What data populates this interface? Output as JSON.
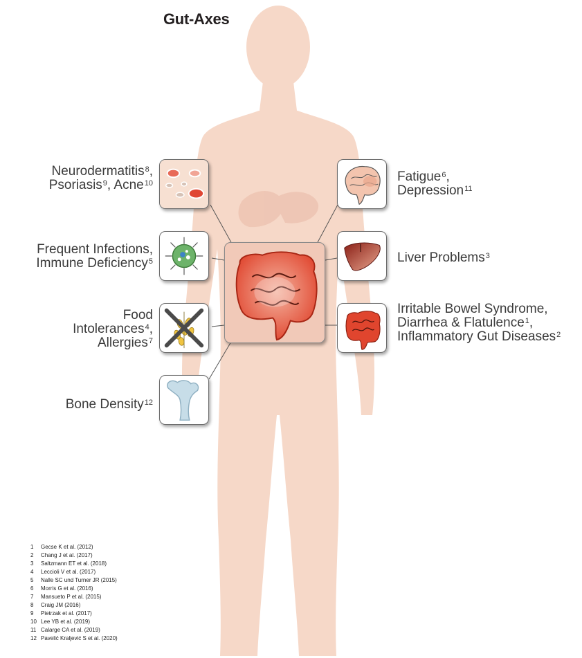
{
  "title": "Gut-Axes",
  "colors": {
    "skin": "#f6d8c8",
    "gut_box": "#f1c9b8",
    "intestine": "#e0452e",
    "connector": "#555555"
  },
  "axes": [
    {
      "id": "skin",
      "lines": [
        {
          "parts": [
            {
              "t": "Neurodermatitis"
            },
            {
              "s": "8"
            },
            {
              "t": ","
            }
          ]
        },
        {
          "parts": [
            {
              "t": "Psoriasis"
            },
            {
              "s": "9"
            },
            {
              "t": ", Acne"
            },
            {
              "s": "10"
            }
          ]
        }
      ],
      "icon": "skin-lesions-icon"
    },
    {
      "id": "immune",
      "lines": [
        {
          "parts": [
            {
              "t": "Frequent Infections,"
            }
          ]
        },
        {
          "parts": [
            {
              "t": "Immune Deficiency"
            },
            {
              "s": "5"
            }
          ]
        }
      ],
      "icon": "immune-cell-icon"
    },
    {
      "id": "food",
      "lines": [
        {
          "parts": [
            {
              "t": "Food"
            }
          ]
        },
        {
          "parts": [
            {
              "t": "Intolerances"
            },
            {
              "s": "4"
            },
            {
              "t": ","
            }
          ]
        },
        {
          "parts": [
            {
              "t": "Allergies"
            },
            {
              "s": "7"
            }
          ]
        }
      ],
      "icon": "crossed-wheat-icon"
    },
    {
      "id": "bone",
      "lines": [
        {
          "parts": [
            {
              "t": "Bone Density"
            },
            {
              "s": "12"
            }
          ]
        }
      ],
      "icon": "bone-icon"
    },
    {
      "id": "brain",
      "lines": [
        {
          "parts": [
            {
              "t": "Fatigue"
            },
            {
              "s": "6"
            },
            {
              "t": ","
            }
          ]
        },
        {
          "parts": [
            {
              "t": "Depression"
            },
            {
              "s": "11"
            }
          ]
        }
      ],
      "icon": "brain-icon"
    },
    {
      "id": "liver",
      "lines": [
        {
          "parts": [
            {
              "t": "Liver Problems"
            },
            {
              "s": "3"
            }
          ]
        }
      ],
      "icon": "liver-icon"
    },
    {
      "id": "bowel",
      "lines": [
        {
          "parts": [
            {
              "t": "Irritable Bowel Syndrome,"
            }
          ]
        },
        {
          "parts": [
            {
              "t": "Diarrhea & Flatulence"
            },
            {
              "s": "1"
            },
            {
              "t": ","
            }
          ]
        },
        {
          "parts": [
            {
              "t": "Inflammatory Gut Diseases"
            },
            {
              "s": "2"
            }
          ]
        }
      ],
      "icon": "intestine-icon"
    }
  ],
  "references": [
    {
      "num": "1",
      "text": "Gecse K et al. (2012)"
    },
    {
      "num": "2",
      "text": "Chang J et al. (2017)"
    },
    {
      "num": "3",
      "text": "Saltzmann ET et al. (2018)"
    },
    {
      "num": "4",
      "text": "Leccioli V et al. (2017)"
    },
    {
      "num": "5",
      "text": "Nalle SC und Turner JR (2015)"
    },
    {
      "num": "6",
      "text": "Morris G et al. (2016)"
    },
    {
      "num": "7",
      "text": "Mansueto P et al. (2015)"
    },
    {
      "num": "8",
      "text": "Craig JM (2016)"
    },
    {
      "num": "9",
      "text": "Pietrzak et al. (2017)"
    },
    {
      "num": "10",
      "text": "Lee YB et al. (2019)"
    },
    {
      "num": "11",
      "text": "Calarge CA et al. (2019)"
    },
    {
      "num": "12",
      "text": "Pavelić Kraljević S et al. (2020)"
    }
  ]
}
